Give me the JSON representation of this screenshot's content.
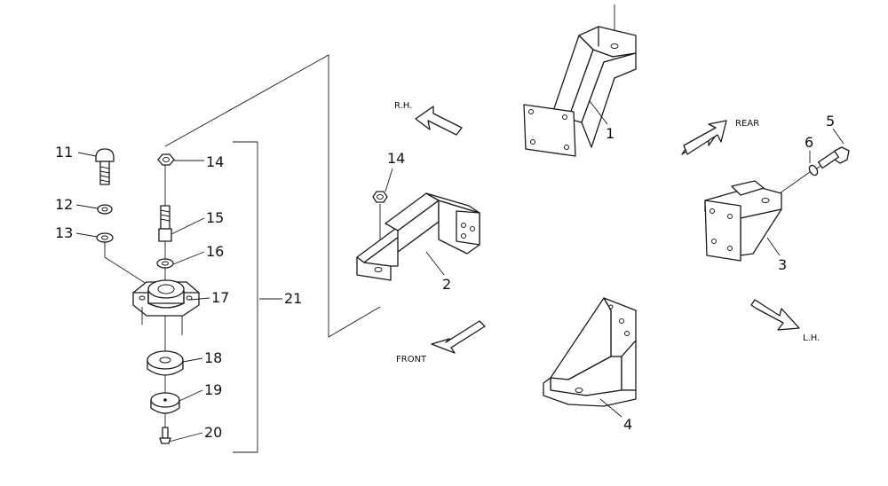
{
  "part_numbers": {
    "p1": "1",
    "p2": "2",
    "p3": "3",
    "p4": "4",
    "p5": "5",
    "p6": "6",
    "p11": "11",
    "p12": "12",
    "p13": "13",
    "p14a": "14",
    "p14b": "14",
    "p15": "15",
    "p16": "16",
    "p17": "17",
    "p18": "18",
    "p19": "19",
    "p20": "20",
    "p21": "21"
  },
  "directions": {
    "rh": "R.H.",
    "rear": "REAR",
    "front": "FRONT",
    "lh": "L.H."
  },
  "colors": {
    "line": "#1a1a1a",
    "background": "#ffffff"
  }
}
